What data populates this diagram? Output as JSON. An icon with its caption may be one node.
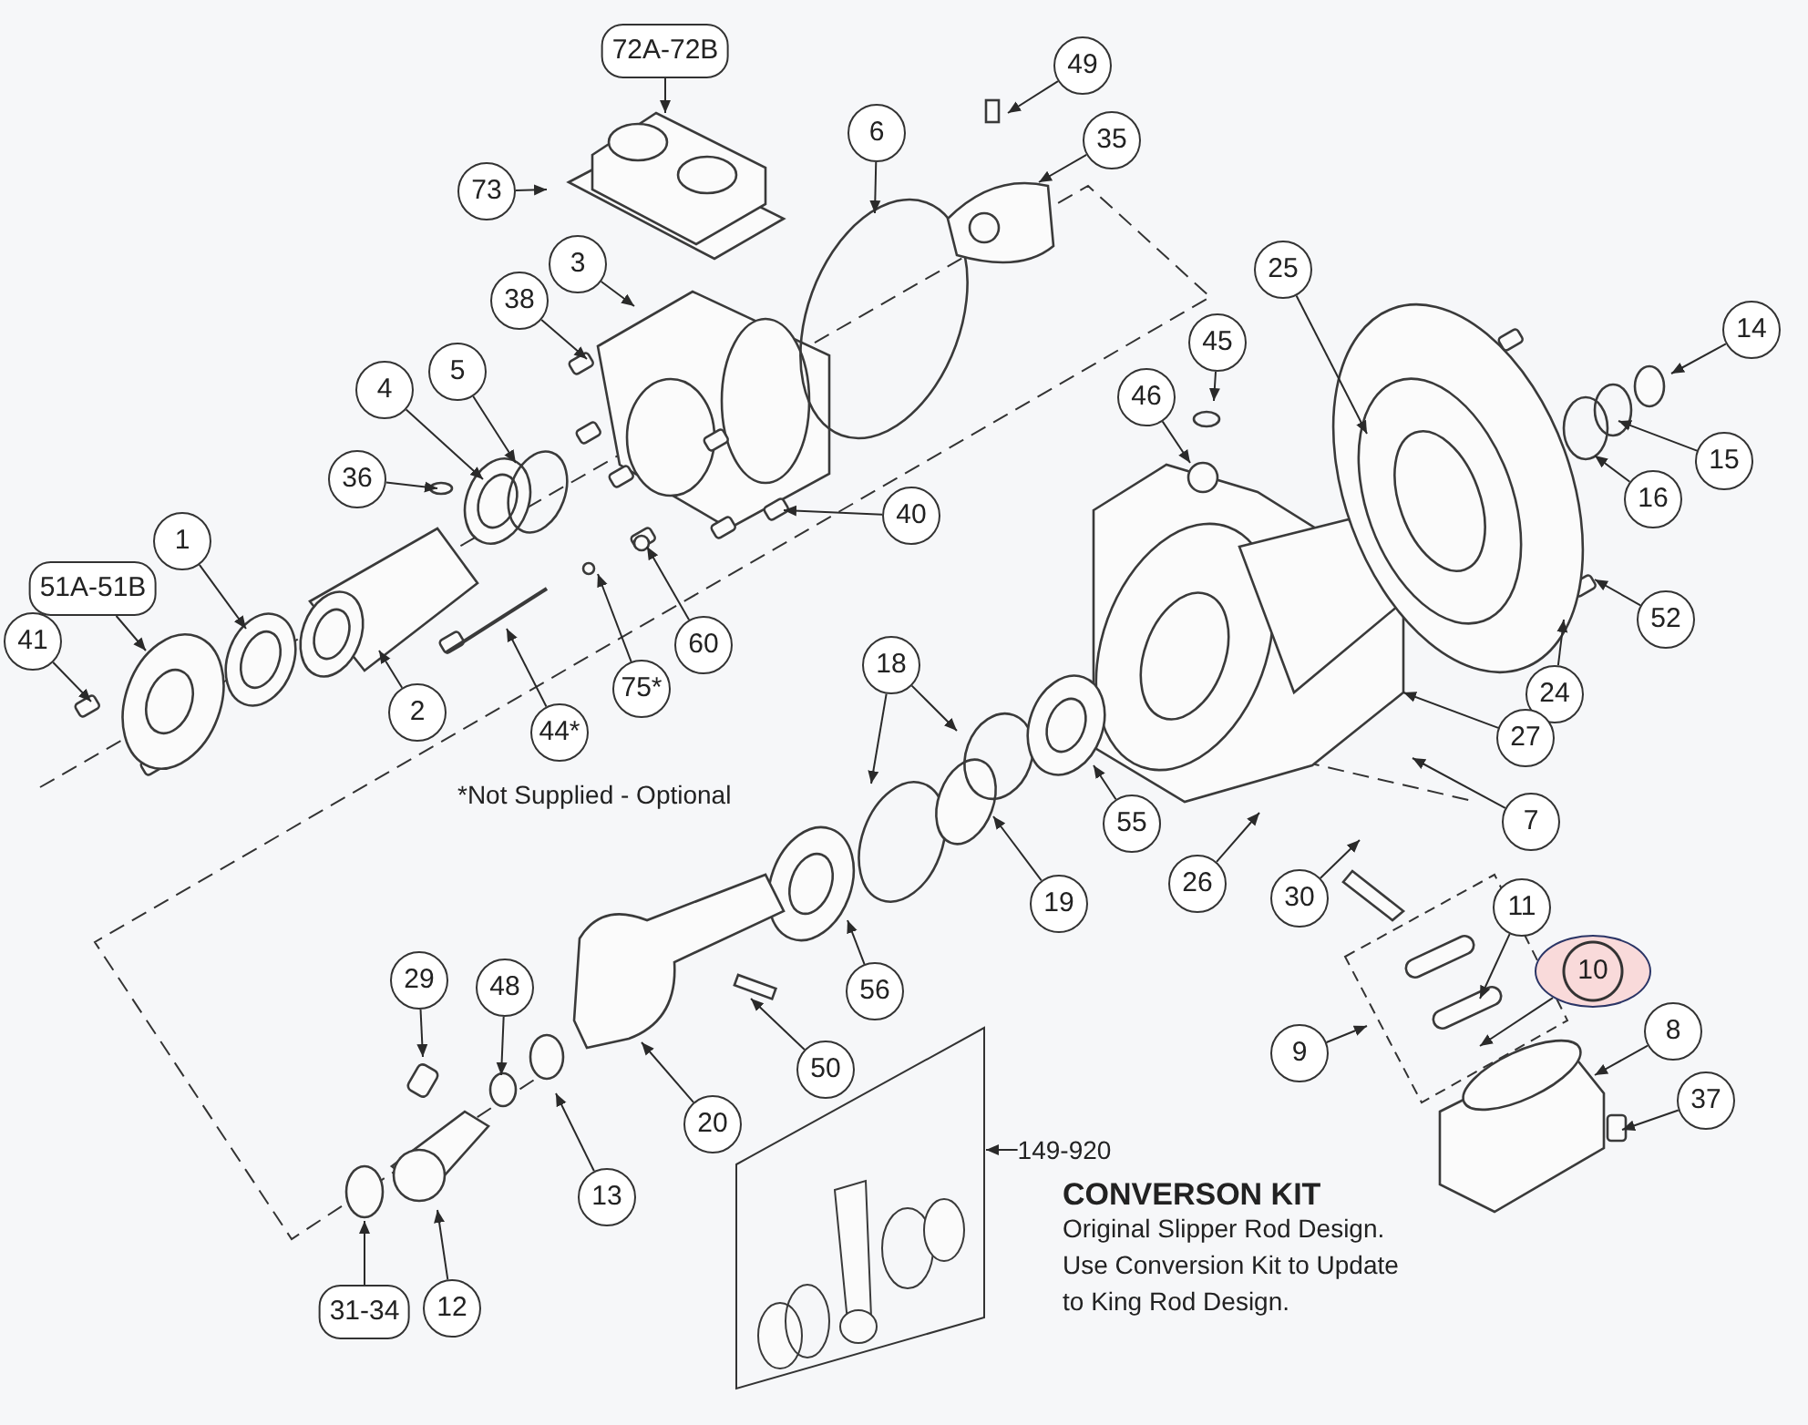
{
  "diagram": {
    "nodes": [
      {
        "text": [
          "72A-72B"
        ]
      },
      {
        "text": [
          "49"
        ]
      },
      {
        "text": [
          "6"
        ]
      },
      {
        "text": [
          "35"
        ]
      },
      {
        "text": [
          "73"
        ]
      },
      {
        "text": [
          "3"
        ]
      },
      {
        "text": [
          "38"
        ]
      },
      {
        "text": [
          "25"
        ]
      },
      {
        "text": [
          "45"
        ]
      },
      {
        "text": [
          "14"
        ]
      },
      {
        "text": [
          "46"
        ]
      },
      {
        "text": [
          "4"
        ]
      },
      {
        "text": [
          "5"
        ]
      },
      {
        "text": [
          "36"
        ]
      },
      {
        "text": [
          "15"
        ]
      },
      {
        "text": [
          "16"
        ]
      },
      {
        "text": [
          "40"
        ]
      },
      {
        "text": [
          "52"
        ]
      },
      {
        "text": [
          "1"
        ]
      },
      {
        "text": [
          "51A-51B"
        ]
      },
      {
        "text": [
          "41"
        ]
      },
      {
        "text": [
          "60"
        ]
      },
      {
        "text": [
          "2"
        ]
      },
      {
        "text": [
          "44*"
        ]
      },
      {
        "text": [
          "75*"
        ]
      },
      {
        "text": [
          "18"
        ]
      },
      {
        "text": [
          "24"
        ]
      },
      {
        "text": [
          "27"
        ]
      },
      {
        "text": [
          "7"
        ]
      },
      {
        "text": [
          "55"
        ]
      },
      {
        "text": [
          "26"
        ]
      },
      {
        "text": [
          "19"
        ]
      },
      {
        "text": [
          "30"
        ]
      },
      {
        "text": [
          "11"
        ]
      },
      {
        "text": [
          "10"
        ]
      },
      {
        "text": [
          "56"
        ]
      },
      {
        "text": [
          "29"
        ]
      },
      {
        "text": [
          "48"
        ]
      },
      {
        "text": [
          "9"
        ]
      },
      {
        "text": [
          "50"
        ]
      },
      {
        "text": [
          "8"
        ]
      },
      {
        "text": [
          "37"
        ]
      },
      {
        "text": [
          "20"
        ]
      },
      {
        "text": [
          "13"
        ]
      },
      {
        "text": [
          "149-920"
        ]
      },
      {
        "text": [],
        "shape": "picture"
      },
      {
        "text": [
          "31-34"
        ]
      },
      {
        "text": [
          "12"
        ]
      }
    ],
    "edges": [
      {
        "from": 0,
        "to": null,
        "arrow": "to"
      },
      {
        "from": 1,
        "to": null,
        "arrow": "to"
      },
      {
        "from": 2,
        "to": null,
        "arrow": "to"
      },
      {
        "from": 3,
        "to": null,
        "arrow": "to"
      },
      {
        "from": 4,
        "to": null,
        "arrow": "to"
      },
      {
        "from": 5,
        "to": null,
        "arrow": "to"
      },
      {
        "from": 6,
        "to": null,
        "arrow": "to"
      },
      {
        "from": 7,
        "to": null,
        "arrow": "to"
      },
      {
        "from": 8,
        "to": null,
        "arrow": "to"
      },
      {
        "from": 9,
        "to": null,
        "arrow": "to"
      },
      {
        "from": 10,
        "to": null,
        "arrow": "to"
      },
      {
        "from": 11,
        "to": null,
        "arrow": "to"
      },
      {
        "from": 12,
        "to": null,
        "arrow": "to"
      },
      {
        "from": 13,
        "to": null,
        "arrow": "to"
      },
      {
        "from": 14,
        "to": null,
        "arrow": "to"
      },
      {
        "from": 15,
        "to": null,
        "arrow": "to"
      },
      {
        "from": 16,
        "to": null,
        "arrow": "to"
      },
      {
        "from": 17,
        "to": null,
        "arrow": "to"
      },
      {
        "from": 18,
        "to": null,
        "arrow": "to"
      },
      {
        "from": 19,
        "to": null,
        "arrow": "to"
      },
      {
        "from": 20,
        "to": null,
        "arrow": "to"
      },
      {
        "from": 21,
        "to": null,
        "arrow": "to"
      },
      {
        "from": 22,
        "to": null,
        "arrow": "to"
      },
      {
        "from": 23,
        "to": null,
        "arrow": "to"
      },
      {
        "from": 24,
        "to": null,
        "arrow": "to"
      },
      {
        "from": 25,
        "to": null,
        "arrow": "to"
      },
      {
        "from": 25,
        "to": null,
        "arrow": "to"
      },
      {
        "from": 26,
        "to": null,
        "arrow": "to"
      },
      {
        "from": 27,
        "to": null,
        "arrow": "to"
      },
      {
        "from": 28,
        "to": null,
        "arrow": "to"
      },
      {
        "from": 29,
        "to": null,
        "arrow": "to"
      },
      {
        "from": 30,
        "to": null,
        "arrow": "to"
      },
      {
        "from": 31,
        "to": null,
        "arrow": "to"
      },
      {
        "from": 32,
        "to": null,
        "arrow": "to"
      },
      {
        "from": 33,
        "to": null,
        "arrow": "to"
      },
      {
        "from": 34,
        "to": null,
        "arrow": "to"
      },
      {
        "from": 35,
        "to": null,
        "arrow": "to"
      },
      {
        "from": 36,
        "to": null,
        "arrow": "to"
      },
      {
        "from": 37,
        "to": null,
        "arrow": "to"
      },
      {
        "from": 38,
        "to": null,
        "arrow": "to"
      },
      {
        "from": 39,
        "to": null,
        "arrow": "to"
      },
      {
        "from": 40,
        "to": null,
        "arrow": "to"
      },
      {
        "from": 41,
        "to": null,
        "arrow": "to"
      },
      {
        "from": 42,
        "to": null,
        "arrow": "to"
      },
      {
        "from": 43,
        "to": null,
        "arrow": "to"
      },
      {
        "from": 44,
        "to": 45,
        "arrow": "to"
      },
      {
        "from": 46,
        "to": null,
        "arrow": "to"
      },
      {
        "from": 47,
        "to": null,
        "arrow": "to"
      }
    ],
    "labels": [
      "*Not Supplied - Optional",
      "CONVERSON KIT",
      "Original Slipper Rod Design. Use Conversion Kit to Update to King Rod Design."
    ]
  }
}
